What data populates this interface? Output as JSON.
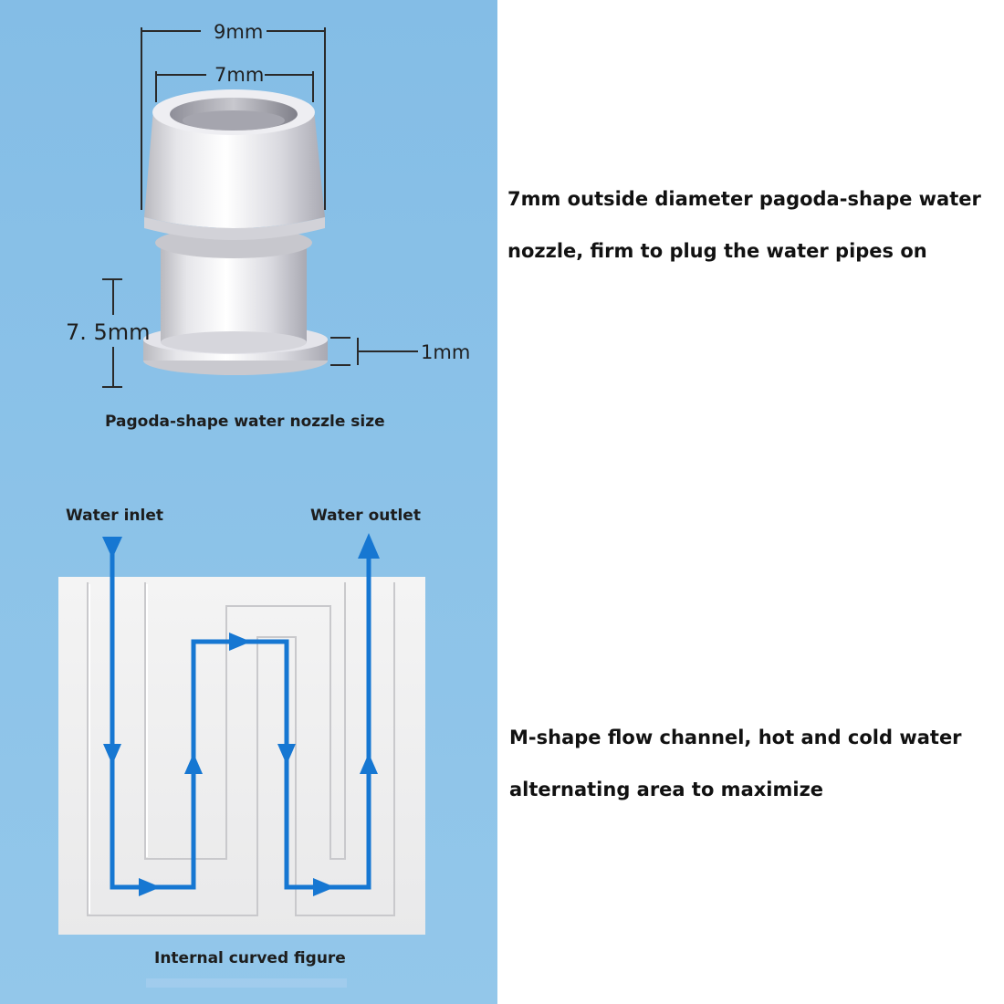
{
  "nozzle": {
    "outer_dim": "9mm",
    "inner_dim": "7mm",
    "height_dim": "7. 5mm",
    "base_dim": "1mm",
    "caption": "Pagoda-shape water nozzle size"
  },
  "channel": {
    "inlet_label": "Water inlet",
    "outlet_label": "Water outlet",
    "caption": "Internal curved figure"
  },
  "descriptions": {
    "nozzle_line1": "7mm outside diameter pagoda-shape water",
    "nozzle_line2": "nozzle, firm to plug the water pipes on",
    "channel_line1": "M-shape flow channel, hot and cold water",
    "channel_line2": "alternating area to maximize"
  },
  "colors": {
    "background_blue": "#8bc2e8",
    "flow_arrow": "#1677d2",
    "block": "#f1f1f1"
  }
}
